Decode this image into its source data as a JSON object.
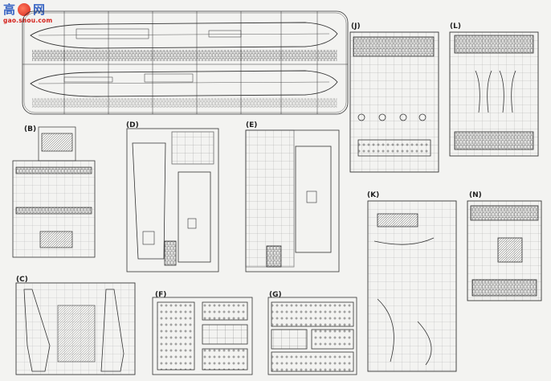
{
  "watermark": {
    "chars": [
      "高",
      "网"
    ],
    "subtitle": "gao.shou.com"
  },
  "sprue_labels": {
    "B": "(B)",
    "C": "(C)",
    "D": "(D)",
    "E": "(E)",
    "F": "(F)",
    "G": "(G)",
    "J": "(J)",
    "K": "(K)",
    "L": "(L)",
    "N": "(N)"
  }
}
